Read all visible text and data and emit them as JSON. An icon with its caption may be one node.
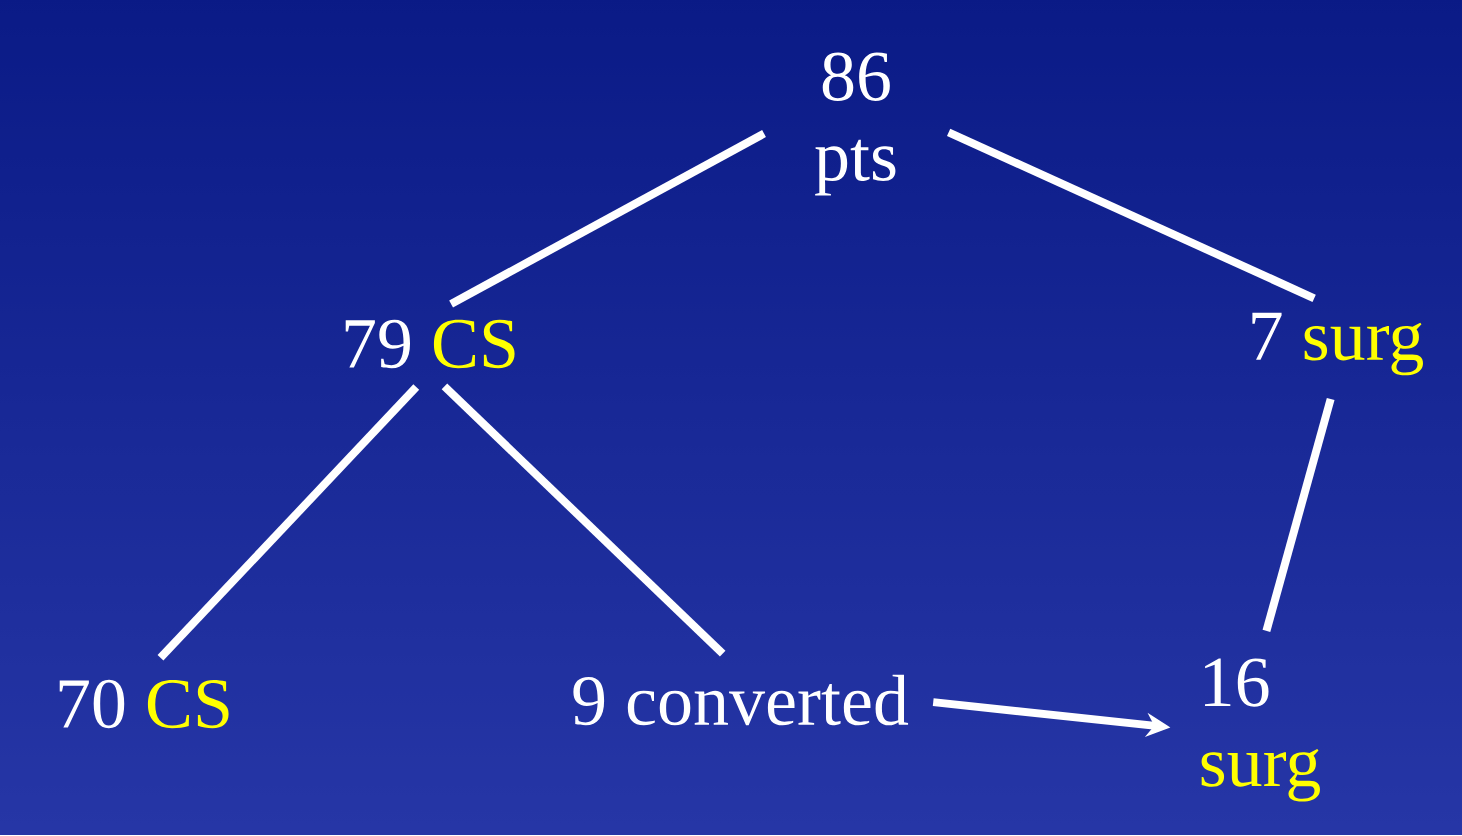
{
  "diagram": {
    "nodes": [
      {
        "text": [
          "86 pts"
        ]
      },
      {
        "text": [
          "79",
          "CS"
        ]
      },
      {
        "text": [
          "7",
          "surg"
        ]
      },
      {
        "text": [
          "70",
          "CS"
        ]
      },
      {
        "text": [
          "9 converted"
        ]
      },
      {
        "text": [
          "16",
          "surg"
        ]
      }
    ],
    "edges": [
      {
        "from": 0,
        "to": 1,
        "arrow": "none"
      },
      {
        "from": 0,
        "to": 2,
        "arrow": "none"
      },
      {
        "from": 1,
        "to": 3,
        "arrow": "none"
      },
      {
        "from": 1,
        "to": 4,
        "arrow": "none"
      },
      {
        "from": 2,
        "to": 5,
        "arrow": "none"
      },
      {
        "from": 4,
        "to": 5,
        "arrow": "to"
      }
    ]
  }
}
